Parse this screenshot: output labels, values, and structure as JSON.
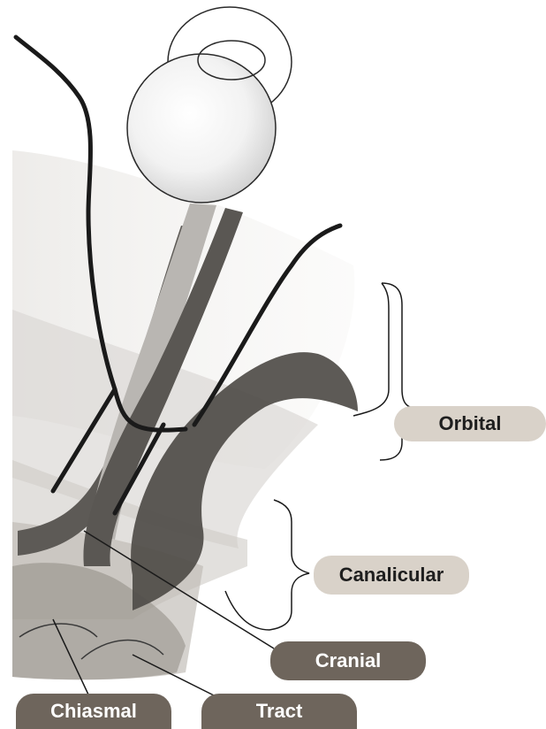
{
  "colors": {
    "light_label_bg": "#d9d2c9",
    "dark_label_bg": "#6e655c",
    "nerve_dark": "#5a5753",
    "nerve_light": "#b9b6b2",
    "outline": "#1a1a1a"
  },
  "labels": {
    "orbital": "Orbital",
    "canalicular": "Canalicular",
    "cranial": "Cranial",
    "chiasmal": "Chiasmal",
    "tract": "Tract"
  },
  "structures": [
    "eyeball",
    "optic-nerve",
    "optic-canal",
    "optic-chiasm",
    "optic-tract"
  ]
}
